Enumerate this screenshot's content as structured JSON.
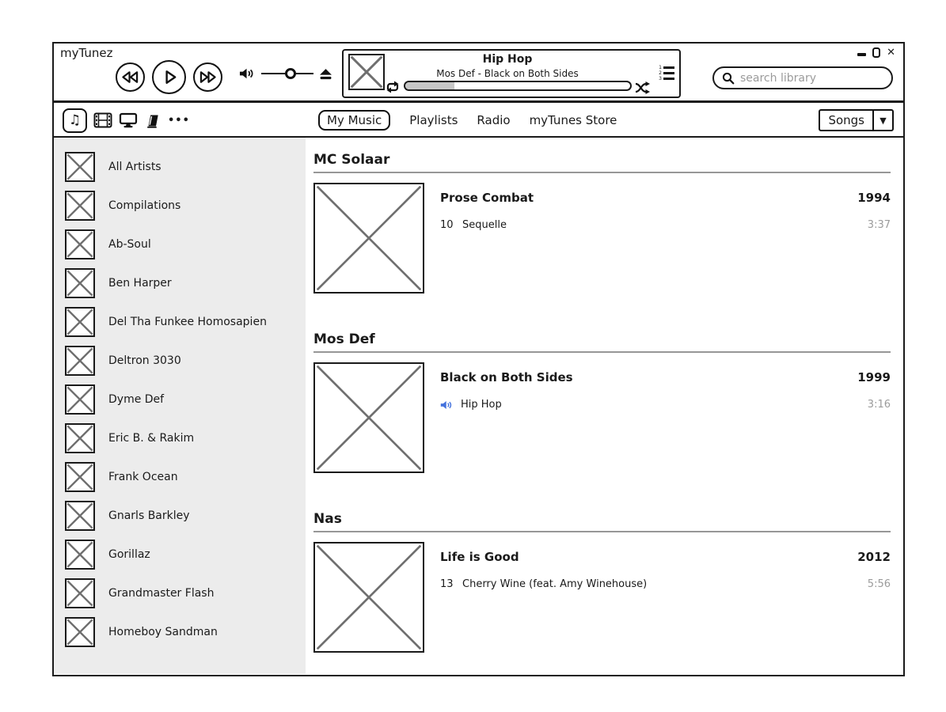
{
  "app": {
    "title": "myTunez"
  },
  "player": {
    "genre": "Hip Hop",
    "track": "Mos Def - Black on Both Sides",
    "progress_percent": 22
  },
  "search": {
    "placeholder": "search library"
  },
  "nav": {
    "tabs": [
      {
        "label": "My Music",
        "active": true
      },
      {
        "label": "Playlists",
        "active": false
      },
      {
        "label": "Radio",
        "active": false
      },
      {
        "label": "myTunes Store",
        "active": false
      }
    ],
    "media_types": [
      "music",
      "movies",
      "devices",
      "books",
      "more"
    ],
    "view_selector": "Songs"
  },
  "sidebar": {
    "items": [
      {
        "label": "All Artists"
      },
      {
        "label": "Compilations"
      },
      {
        "label": "Ab-Soul"
      },
      {
        "label": "Ben Harper"
      },
      {
        "label": "Del Tha Funkee Homosapien"
      },
      {
        "label": "Deltron 3030"
      },
      {
        "label": "Dyme Def"
      },
      {
        "label": "Eric B. & Rakim"
      },
      {
        "label": "Frank Ocean"
      },
      {
        "label": "Gnarls Barkley"
      },
      {
        "label": "Gorillaz"
      },
      {
        "label": "Grandmaster Flash"
      },
      {
        "label": "Homeboy Sandman"
      }
    ]
  },
  "library": {
    "sections": [
      {
        "artist": "MC Solaar",
        "album": "Prose Combat",
        "year": "1994",
        "tracks": [
          {
            "number": "10",
            "title": "Sequelle",
            "duration": "3:37",
            "playing": false
          }
        ]
      },
      {
        "artist": "Mos Def",
        "album": "Black on Both Sides",
        "year": "1999",
        "tracks": [
          {
            "number": "",
            "title": "Hip Hop",
            "duration": "3:16",
            "playing": true
          }
        ]
      },
      {
        "artist": "Nas",
        "album": "Life is Good",
        "year": "2012",
        "tracks": [
          {
            "number": "13",
            "title": "Cherry Wine (feat. Amy Winehouse)",
            "duration": "5:56",
            "playing": false
          }
        ]
      }
    ]
  },
  "icons": {
    "music_note": "♫",
    "more": "•••",
    "dropdown_arrow": "▼",
    "close": "✕",
    "queue_numbers": [
      "1",
      "2",
      "3"
    ]
  },
  "colors": {
    "accent_blue": "#4472dd",
    "sidebar_bg": "#ececec",
    "muted_text": "#9b9b9b",
    "outline": "#1a1a1a"
  }
}
